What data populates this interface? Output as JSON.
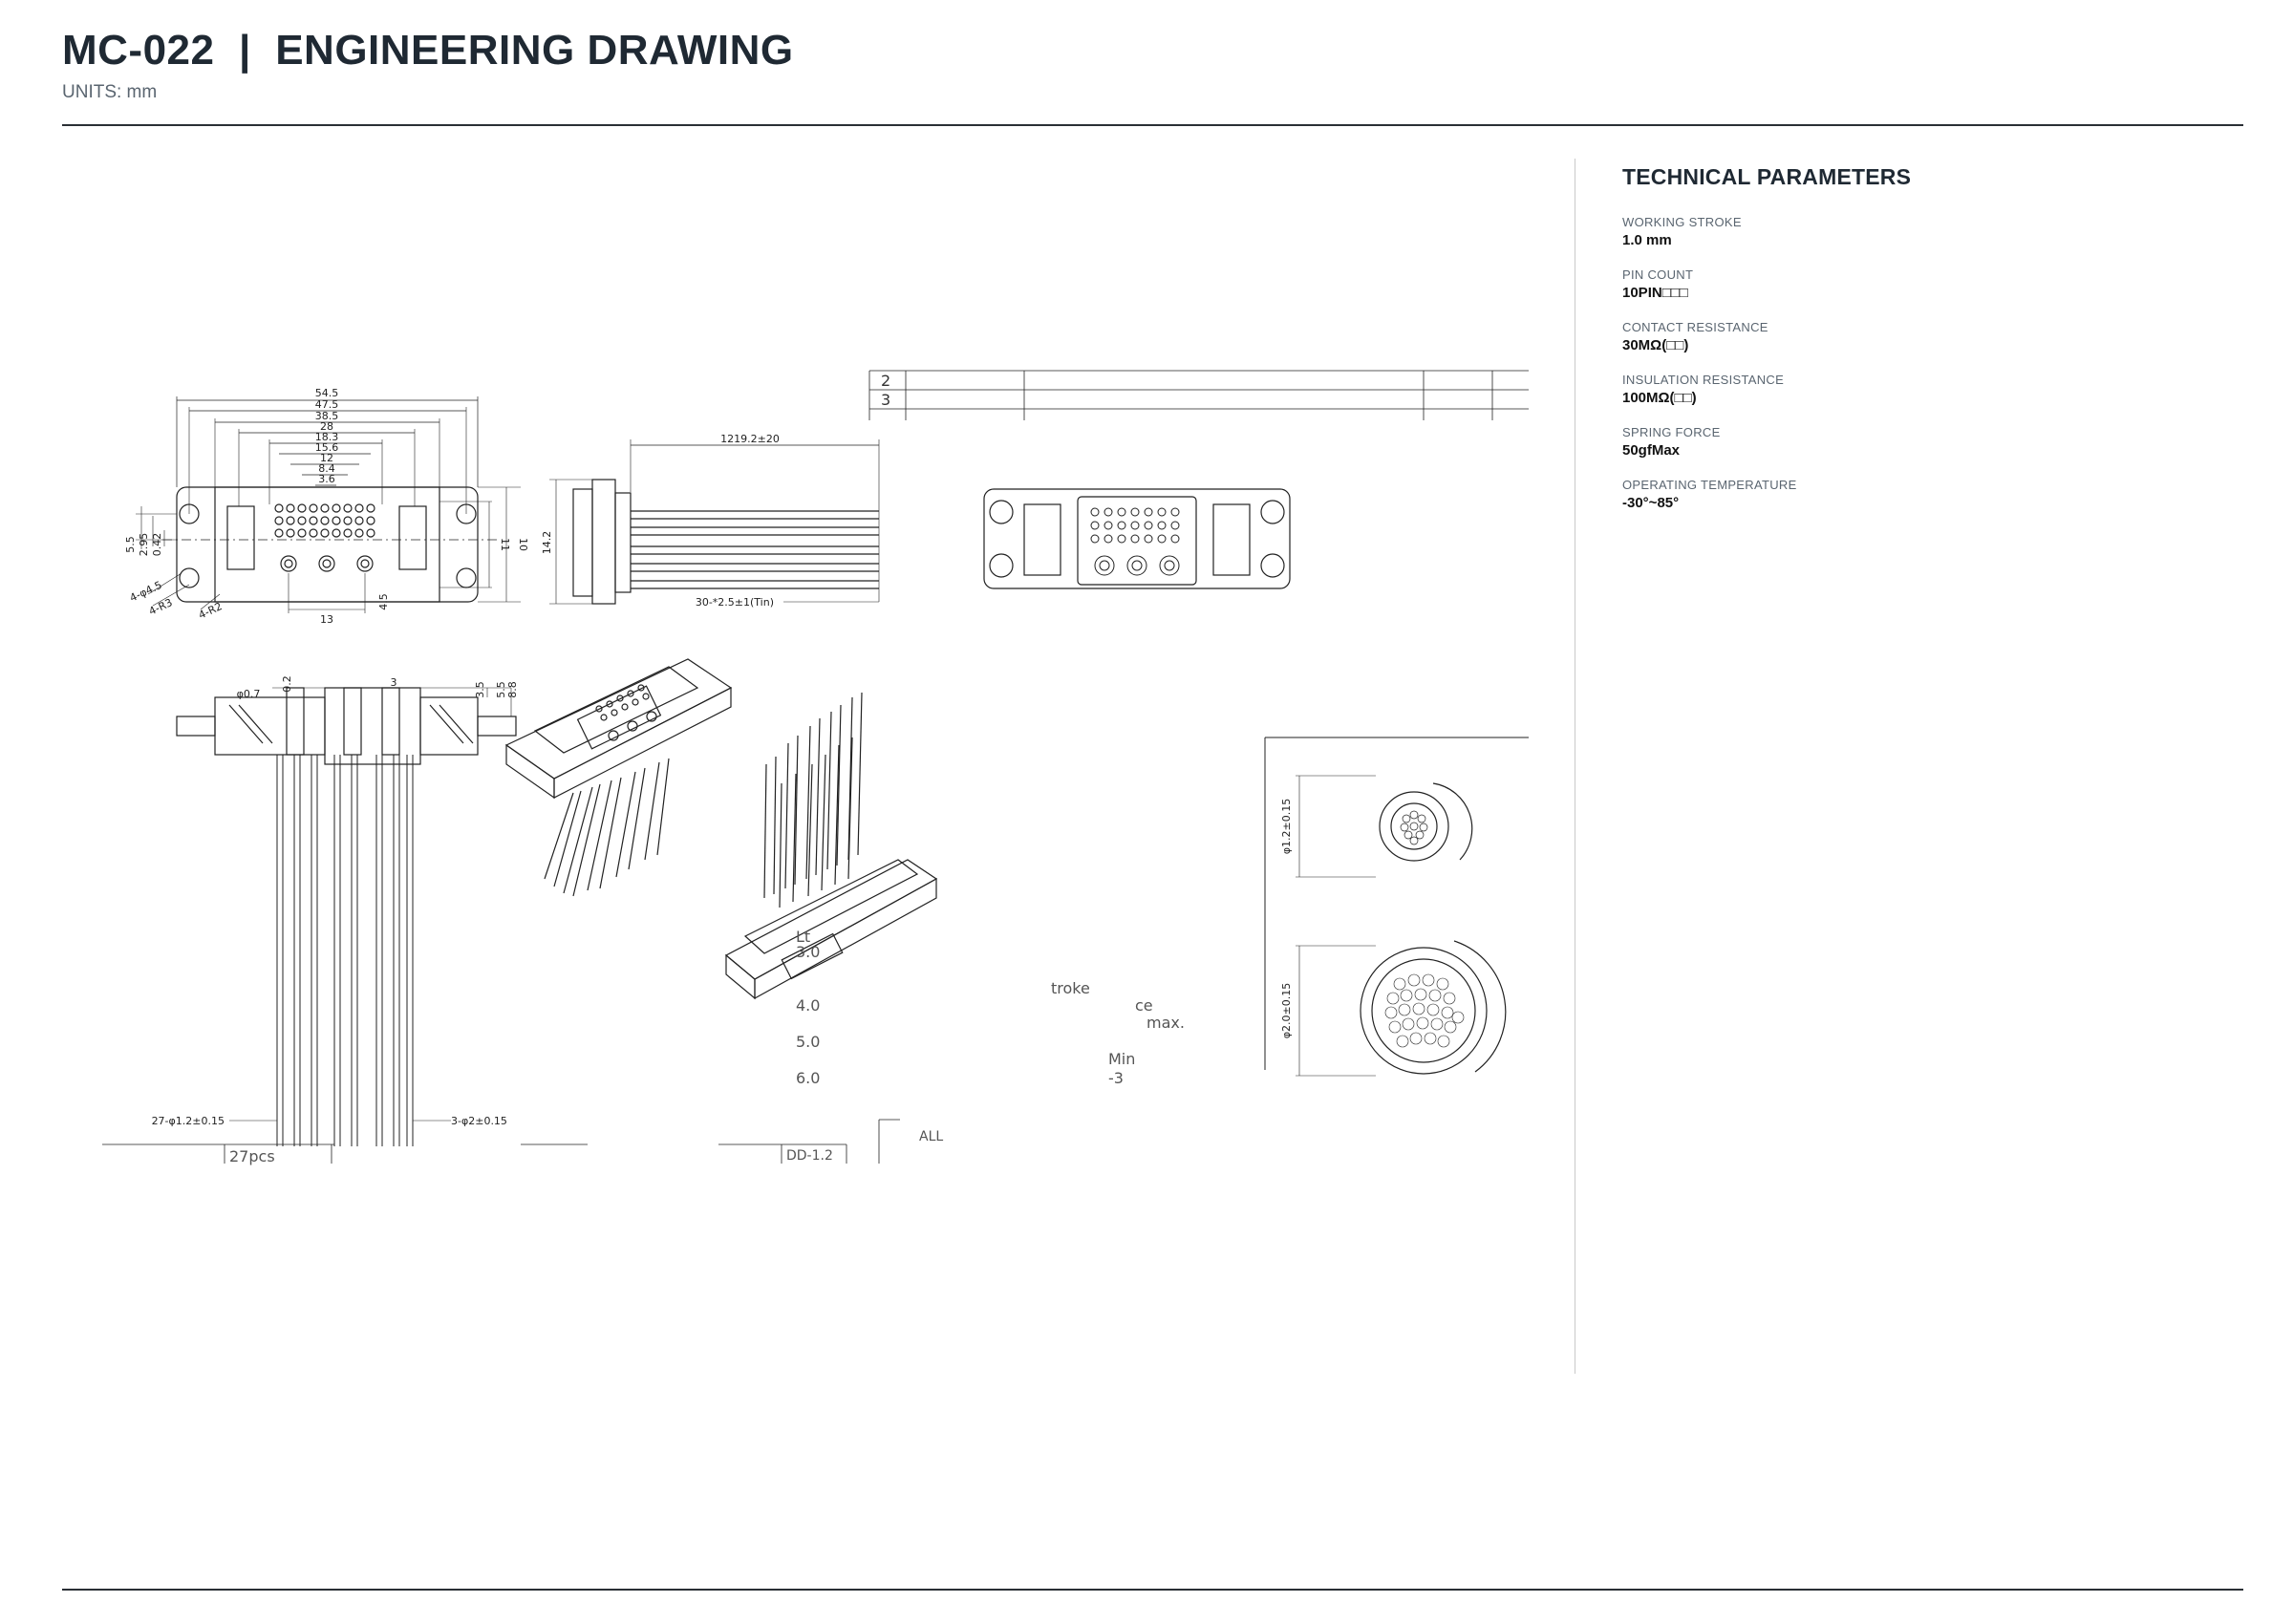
{
  "header": {
    "title": "MC-022  |  ENGINEERING DRAWING",
    "units": "UNITS: mm"
  },
  "params": {
    "heading": "TECHNICAL PARAMETERS",
    "items": [
      {
        "label": "WORKING STROKE",
        "value": "1.0 mm"
      },
      {
        "label": "PIN COUNT",
        "value": "10PIN□□□"
      },
      {
        "label": "CONTACT RESISTANCE",
        "value": "30MΩ(□□)"
      },
      {
        "label": "INSULATION RESISTANCE",
        "value": "100MΩ(□□)"
      },
      {
        "label": "SPRING FORCE",
        "value": "50gfMax"
      },
      {
        "label": "OPERATING TEMPERATURE",
        "value": "-30°~85°"
      }
    ]
  },
  "drawing": {
    "top_dims": [
      "54.5",
      "47.5",
      "38.5",
      "28",
      "18.3",
      "15.6",
      "12",
      "8.4",
      "3.6"
    ],
    "left_dims": [
      "5.5",
      "2.95",
      "0.42"
    ],
    "leader_labels": [
      "4-φ4.5",
      "4-R3",
      "4-R2"
    ],
    "front_bottom_dims": [
      "13",
      "4.5"
    ],
    "front_right_dims": [
      "11",
      "10"
    ],
    "side_dims": [
      "1219.2±20",
      "14.2",
      "30-*2.5±1(Tin)"
    ],
    "table_rows": [
      "2",
      "3"
    ],
    "section_dims": [
      "φ0.7",
      "0.2",
      "3",
      "3.5",
      "5.5",
      "8.8"
    ],
    "section_pin_labels": [
      "27-φ1.2±0.15",
      "3-φ2±0.15"
    ],
    "cable_dims": [
      "φ1.2±0.15",
      "φ2.0±0.15"
    ],
    "notes_fragments": [
      "Lt",
      "3.0",
      "troke",
      "4.0",
      "ce",
      "max.",
      "5.0",
      "Min",
      "6.0",
      "-3"
    ],
    "bottom_fragments": [
      "27pcs",
      "DD-1.2",
      "ALL"
    ]
  }
}
